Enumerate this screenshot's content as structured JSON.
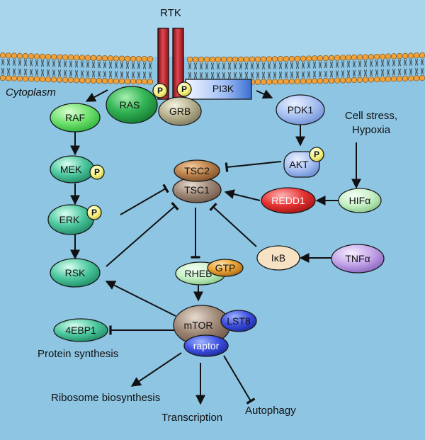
{
  "labels": {
    "rtk": "RTK",
    "cytoplasm": "Cytoplasm",
    "pi3k": "PI3K",
    "phospho": "P",
    "cell_stress_line1": "Cell stress,",
    "cell_stress_line2": "Hypoxia",
    "protein_synthesis": "Protein synthesis",
    "ribosome_biosynthesis": "Ribosome biosynthesis",
    "transcription": "Transcription",
    "autophagy": "Autophagy"
  },
  "nodes": {
    "ras": "RAS",
    "grb": "GRB",
    "pdk1": "PDK1",
    "raf": "RAF",
    "mek": "MEK",
    "erk": "ERK",
    "rsk": "RSK",
    "tsc2": "TSC2",
    "tsc1": "TSC1",
    "akt": "AKT",
    "redd1": "REDD1",
    "hif": "HIFα",
    "ikb": "IκB",
    "tnf": "TNFα",
    "rheb": "RHEB",
    "gtp": "GTP",
    "mtor": "mTOR",
    "lst8": "LST8",
    "raptor": "raptor",
    "ebp1": "4EBP1"
  },
  "colors": {
    "background": "#8EC5E3",
    "membrane_head": "#F0A23C",
    "rtk": "#B9202A",
    "green_light": "#7CE07C",
    "green_dark": "#1E9D43",
    "teal": "#3DB792",
    "tan": "#8B7563",
    "redd1": "#E02A2A",
    "blue_node": "#3E4FE0",
    "purple": "#B896DE",
    "phospho": "#F2EF7A",
    "gtp": "#E8A02C"
  }
}
